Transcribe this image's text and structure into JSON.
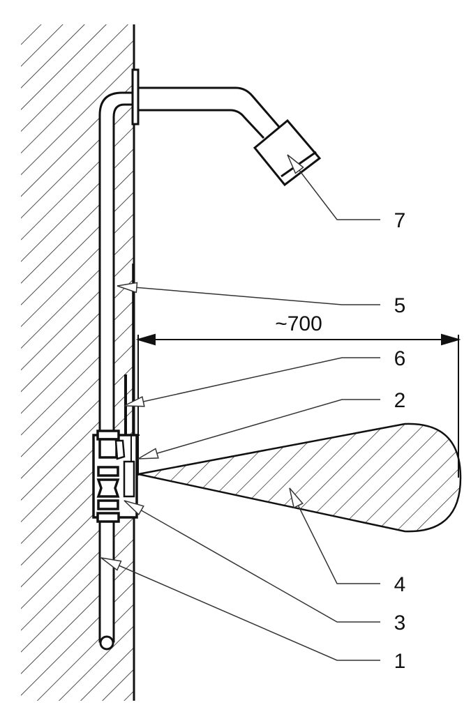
{
  "dimension": {
    "label": "~700"
  },
  "callouts": [
    {
      "id": "7",
      "label": "7"
    },
    {
      "id": "5",
      "label": "5"
    },
    {
      "id": "6",
      "label": "6"
    },
    {
      "id": "2",
      "label": "2"
    },
    {
      "id": "4",
      "label": "4"
    },
    {
      "id": "3",
      "label": "3"
    },
    {
      "id": "1",
      "label": "1"
    }
  ],
  "colors": {
    "line": "#111111",
    "background": "#ffffff"
  }
}
